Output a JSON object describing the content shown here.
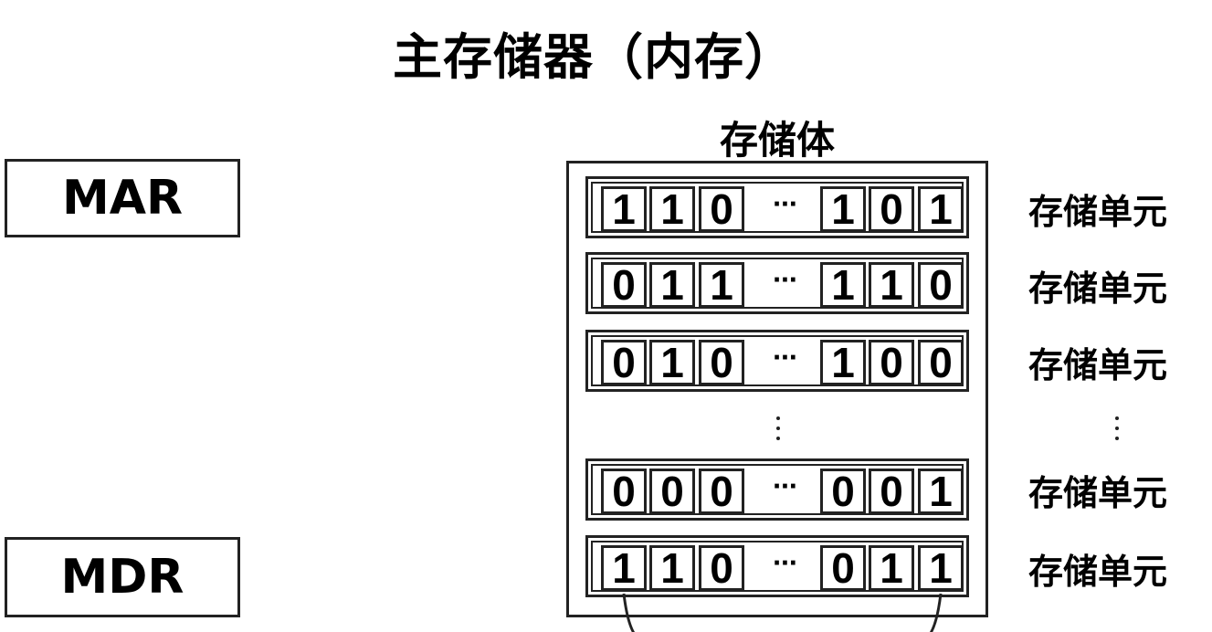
{
  "title": "主存储器（内存）",
  "registers": {
    "mar": "MAR",
    "mdr": "MDR"
  },
  "bank": {
    "label": "存储体",
    "ellipsis_h": "···",
    "rows": [
      {
        "left": [
          "1",
          "1",
          "0"
        ],
        "right": [
          "1",
          "0",
          "1"
        ],
        "label": "存储单元"
      },
      {
        "left": [
          "0",
          "1",
          "1"
        ],
        "right": [
          "1",
          "1",
          "0"
        ],
        "label": "存储单元"
      },
      {
        "left": [
          "0",
          "1",
          "0"
        ],
        "right": [
          "1",
          "0",
          "0"
        ],
        "label": "存储单元"
      },
      {
        "left": [
          "0",
          "0",
          "0"
        ],
        "right": [
          "0",
          "0",
          "1"
        ],
        "label": "存储单元"
      },
      {
        "left": [
          "1",
          "1",
          "0"
        ],
        "right": [
          "0",
          "1",
          "1"
        ],
        "label": "存储单元"
      }
    ]
  },
  "colors": {
    "stroke": "#222222",
    "background": "#ffffff"
  }
}
